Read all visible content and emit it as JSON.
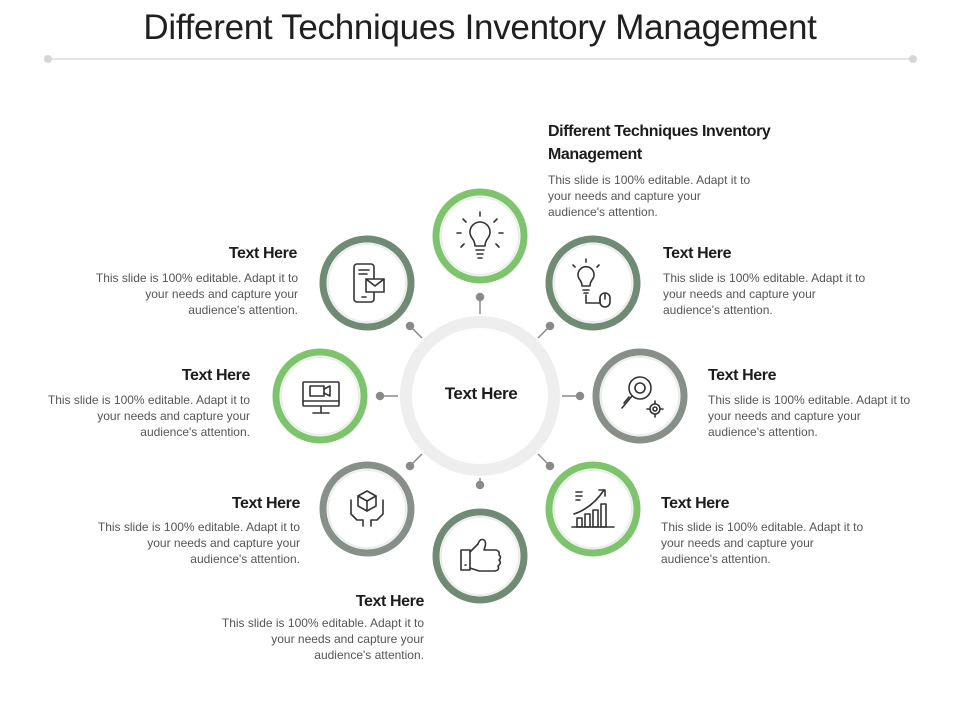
{
  "slide": {
    "title": "Different Techniques Inventory Management",
    "center_label": "Text Here"
  },
  "items": [
    {
      "heading": "Different Techniques Inventory Management",
      "desc": "This slide is 100% editable. Adapt it to your needs and capture your audience's attention.",
      "icon": "lightbulb-icon"
    },
    {
      "heading": "Text Here",
      "desc": "This slide is 100% editable. Adapt it to your needs and capture your audience's attention.",
      "icon": "idea-mouse-icon"
    },
    {
      "heading": "Text Here",
      "desc": "This slide is 100% editable. Adapt it to your needs and capture your audience's attention.",
      "icon": "search-gear-icon"
    },
    {
      "heading": "Text Here",
      "desc": "This slide is 100% editable. Adapt it to your needs and capture your audience's attention.",
      "icon": "growth-chart-icon"
    },
    {
      "heading": "Text Here",
      "desc": "This slide is 100% editable. Adapt it to your needs and capture your audience's attention.",
      "icon": "thumbs-up-icon"
    },
    {
      "heading": "Text Here",
      "desc": "This slide is 100% editable. Adapt it to your needs and capture your audience's attention.",
      "icon": "box-hands-icon"
    },
    {
      "heading": "Text Here",
      "desc": "This slide is 100% editable. Adapt it to your needs and capture your audience's attention.",
      "icon": "monitor-video-icon"
    },
    {
      "heading": "Text Here",
      "desc": "This slide is 100% editable. Adapt it to your needs and capture your audience's attention.",
      "icon": "mobile-mail-icon"
    }
  ],
  "colors": {
    "green_light": "#7dc46c",
    "green_dark": "#6f8b73",
    "gray_ring": "#878f89",
    "center_ring": "#eeeeee",
    "connector": "#8a8a8a"
  }
}
